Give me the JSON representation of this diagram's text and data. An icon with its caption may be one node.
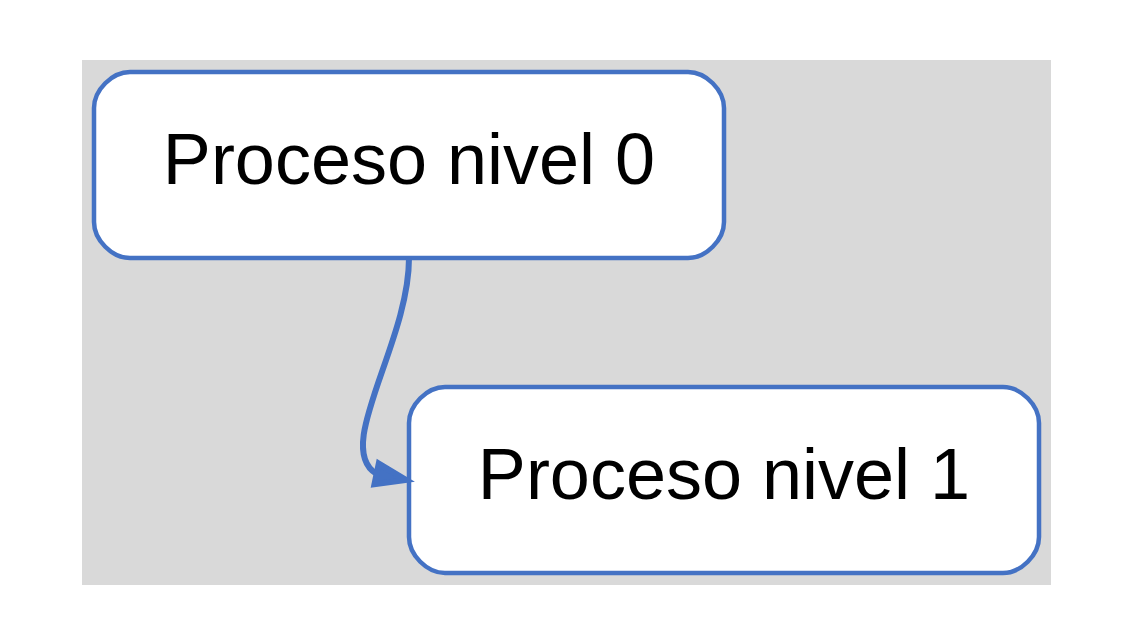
{
  "diagram": {
    "nodes": [
      {
        "text": [
          "Proceso nivel 0"
        ]
      },
      {
        "text": [
          "Proceso nivel 1"
        ]
      }
    ],
    "edges": [
      {
        "from": 0,
        "to": 1,
        "arrow": "to"
      }
    ]
  }
}
